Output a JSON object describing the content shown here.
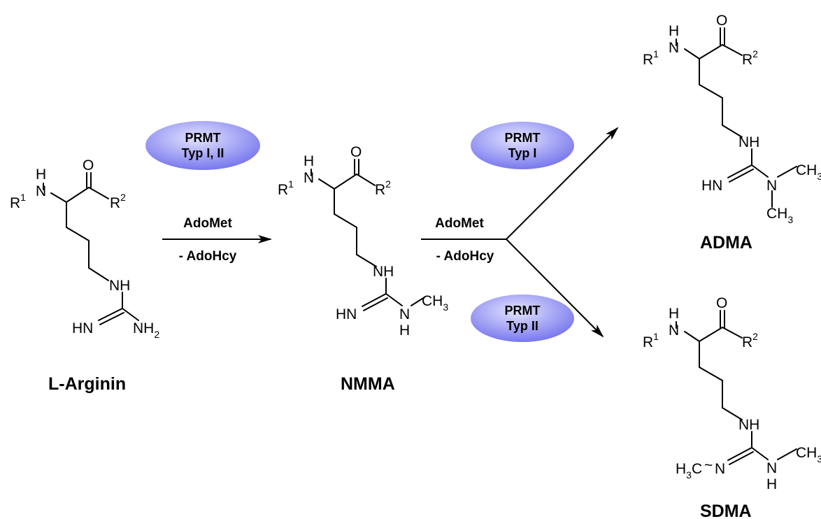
{
  "compounds": {
    "larginin": "L-Arginin",
    "nmma": "NMMA",
    "adma": "ADMA",
    "sdma": "SDMA"
  },
  "atoms": {
    "r": "R",
    "sup1": "1",
    "sup2": "2",
    "nh": "NH",
    "nh_short": "N",
    "h": "H",
    "o": "O",
    "hn": "HN",
    "nh2": "NH",
    "sub2": "2",
    "ch3": "CH",
    "sub3": "3",
    "n": "N",
    "h3c": "H",
    "h3c_sub": "3",
    "h3c_c": "C",
    "wavy": "~"
  },
  "reagents": {
    "step1_top": "AdoMet",
    "step1_bottom": "- AdoHcy",
    "step2_top": "AdoMet",
    "step2_bottom": "- AdoHcy"
  },
  "enzymes": {
    "e1_line1": "PRMT",
    "e1_line2": "Typ I, II",
    "e2_line1": "PRMT",
    "e2_line2": "Typ I",
    "e3_line1": "PRMT",
    "e3_line2": "Typ II"
  },
  "colors": {
    "ellipse_light": "#e4e4ff",
    "ellipse_dark": "#7878ee"
  }
}
